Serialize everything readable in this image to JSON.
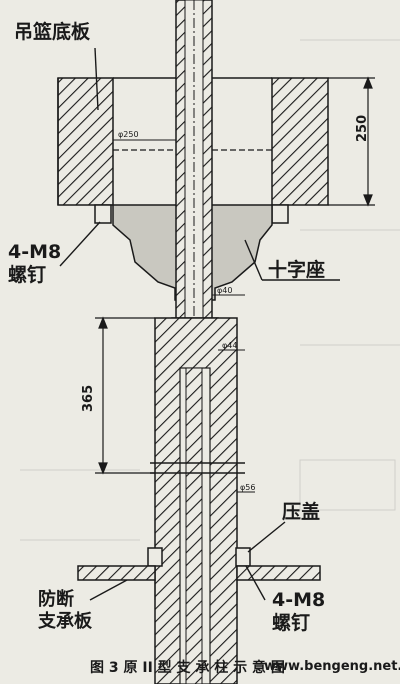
{
  "labels": {
    "hanging_basket_floor": "吊篮底板",
    "bolt_top_line1": "4-M8",
    "bolt_top_line2": "螺钉",
    "cross_seat": "十字座",
    "press_cover": "压盖",
    "anti_break_line1": "防断",
    "anti_break_line2": "支承板",
    "bolt_bottom_line1": "4-M8",
    "bolt_bottom_line2": "螺钉"
  },
  "dimensions": {
    "d250": "φ250",
    "d40": "φ40",
    "d44": "φ44",
    "d56": "φ56",
    "h250": "250",
    "h365": "365"
  },
  "caption": "图 3   原 II 型 支 承 柱 示 意 图",
  "watermark": "www.bengeng.net.cn",
  "colors": {
    "ink": "#1a1a1a",
    "paper": "#ecebe4"
  }
}
